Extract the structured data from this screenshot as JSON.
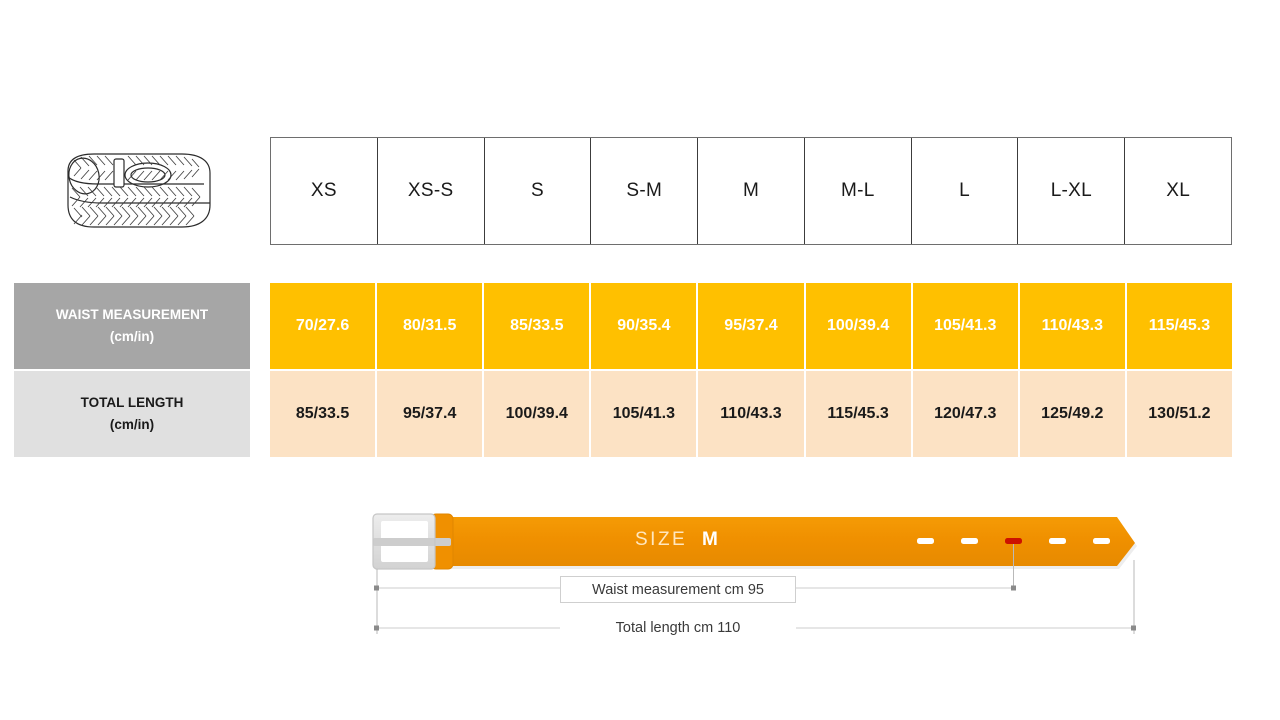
{
  "product": {
    "illustration_name": "braided-belt-illustration"
  },
  "table": {
    "size_headers": [
      "XS",
      "XS-S",
      "S",
      "S-M",
      "M",
      "M-L",
      "L",
      "L-XL",
      "XL"
    ],
    "rows": [
      {
        "label_line1": "WAIST MEASUREMENT",
        "label_line2": "(cm/in)",
        "values": [
          "70/27.6",
          "80/31.5",
          "85/33.5",
          "90/35.4",
          "95/37.4",
          "100/39.4",
          "105/41.3",
          "110/43.3",
          "115/45.3"
        ]
      },
      {
        "label_line1": "TOTAL LENGTH",
        "label_line2": "(cm/in)",
        "values": [
          "85/33.5",
          "95/37.4",
          "100/39.4",
          "105/41.3",
          "110/43.3",
          "115/45.3",
          "120/47.3",
          "125/49.2",
          "130/51.2"
        ]
      }
    ]
  },
  "diagram": {
    "size_label": "SIZE",
    "size_value": "M",
    "waist_dimension": "Waist measurement cm 95",
    "total_dimension": "Total length cm 110",
    "holes_count": 5,
    "highlighted_hole_index": 2
  },
  "colors": {
    "waist_row_bg": "#FFC000",
    "length_row_bg": "#FCE2C4",
    "waist_label_bg": "#A6A6A6",
    "length_label_bg": "#E0E0E0",
    "belt_orange": "#F09000",
    "highlight_hole": "#CC1100",
    "buckle_silver": "#D9D9D9"
  }
}
